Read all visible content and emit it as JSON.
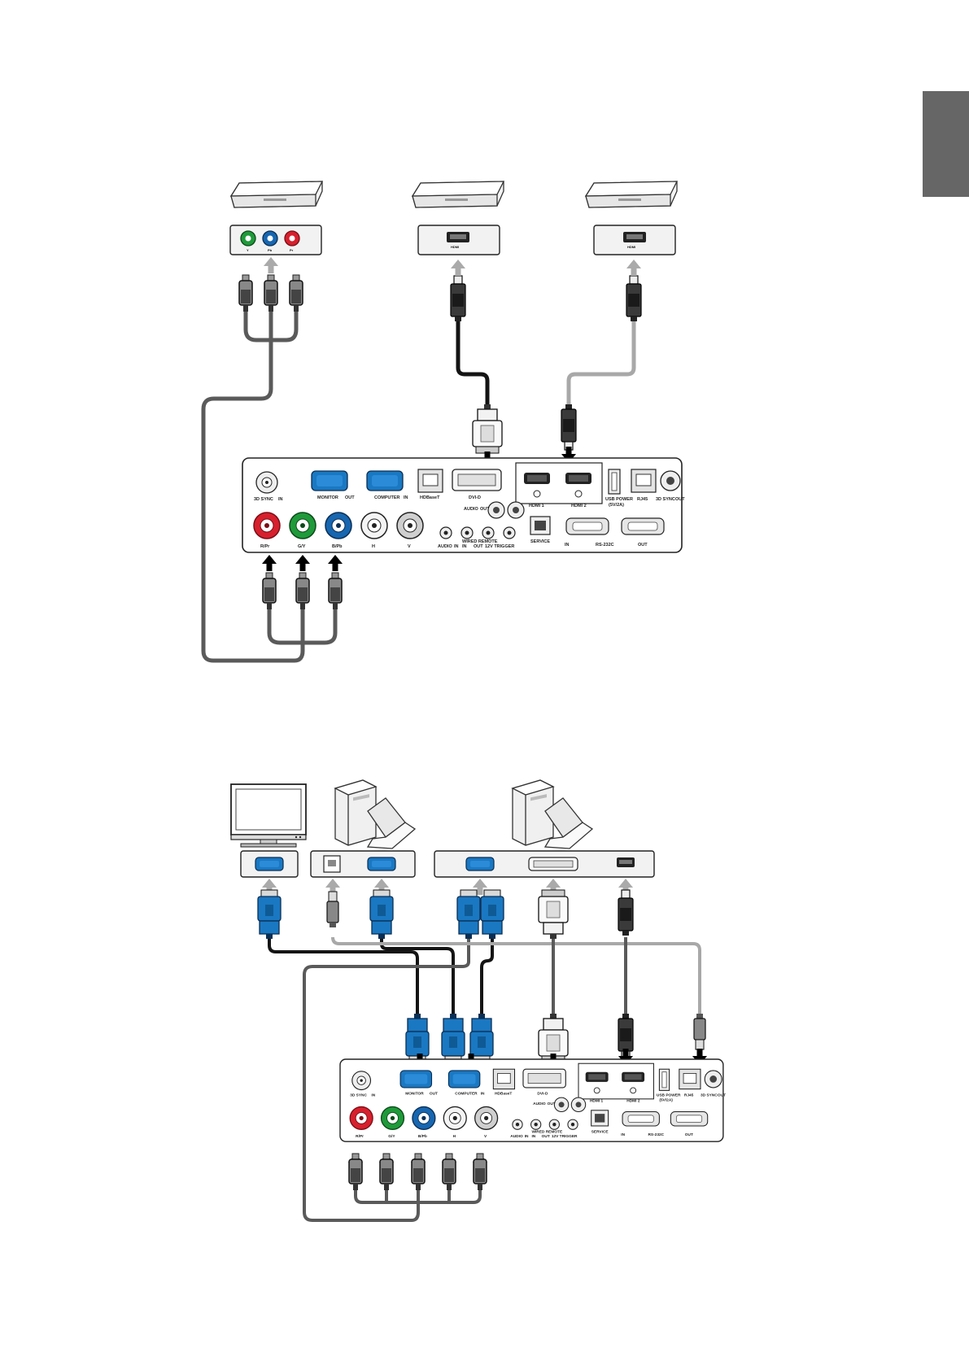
{
  "colors": {
    "tab": "#666666",
    "cable_dark": "#141414",
    "cable_mid": "#5a5a5a",
    "cable_light": "#a8a8a8",
    "vga_blue": "#1a78c2",
    "red": "#d7202e",
    "green": "#1f9a3a",
    "blue": "#1766b0",
    "arrow_gray": "#aaaaaa"
  },
  "source_ports": {
    "component": [
      "Y",
      "Pb",
      "Pr"
    ],
    "hdmi": "HDMI",
    "vga": "VGA"
  },
  "projector_panel": {
    "sync_3d_in": "3D SYNC",
    "sync_3d_in_badge": "IN",
    "monitor": "MONITOR",
    "monitor_badge": "OUT",
    "computer": "COMPUTER",
    "computer_badge": "IN",
    "hdbaset": "HDBaseT",
    "dvi": "DVI-D",
    "audio_out": "AUDIO",
    "audio_out_badge": "OUT",
    "hdmi1": "HDMI 1",
    "hdmi2": "HDMI 2",
    "usb_power": "USB POWER",
    "usb_power_sub": "(5V/2A)",
    "rj45": "RJ45",
    "sync_3d_out": "3D SYNC",
    "sync_3d_out_badge": "OUT",
    "rpr": "R/Pr",
    "gy": "G/Y",
    "bpb": "B/Pb",
    "h": "H",
    "v": "V",
    "audio_in": "AUDIO",
    "audio_in_badge": "IN",
    "wired_remote": "WIRED REMOTE",
    "wired_in": "IN",
    "wired_out": "OUT",
    "trigger": "12V TRIGGER",
    "service": "SERVICE",
    "rs232c": "RS-232C",
    "rs_in": "IN",
    "rs_out": "OUT"
  }
}
